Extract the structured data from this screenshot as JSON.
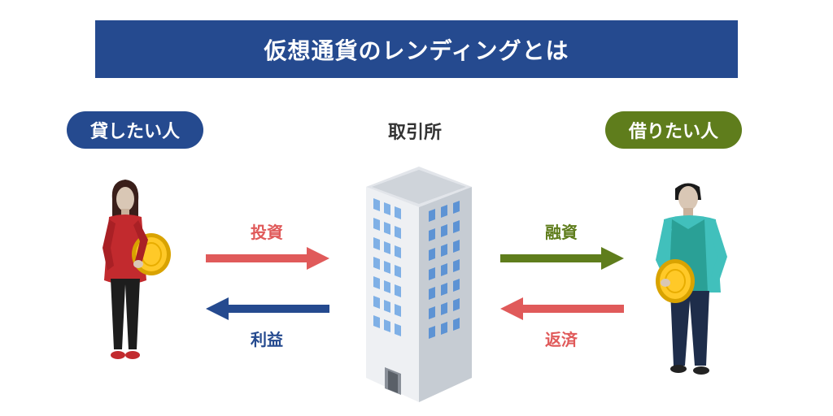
{
  "title": "仮想通貨のレンディングとは",
  "lender": {
    "label": "貸したい人"
  },
  "borrower": {
    "label": "借りたい人"
  },
  "exchange": {
    "label": "取引所"
  },
  "flows": {
    "investment": {
      "label": "投資",
      "color": "#e05a5a"
    },
    "profit": {
      "label": "利益",
      "color": "#254a8f"
    },
    "loan": {
      "label": "融資",
      "color": "#5f7d1c"
    },
    "repayment": {
      "label": "返済",
      "color": "#e05a5a"
    }
  },
  "colors": {
    "navy": "#254a8f",
    "green": "#5f7d1c",
    "red": "#e05a5a"
  }
}
